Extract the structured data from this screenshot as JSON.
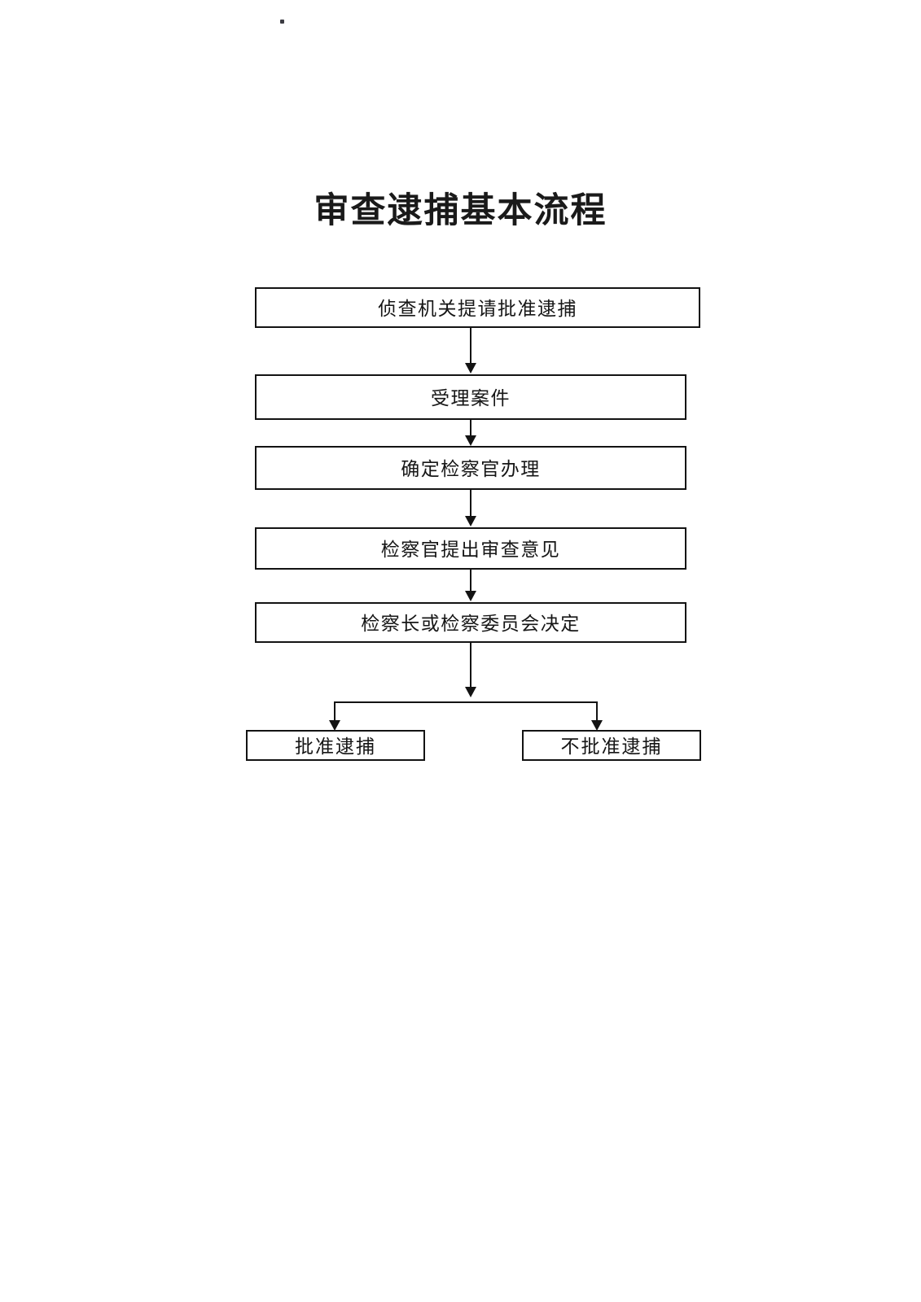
{
  "document": {
    "title": "审查逮捕基本流程",
    "background_color": "#ffffff",
    "line_color": "#131313",
    "text_color": "#161616"
  },
  "chart_data": {
    "type": "diagram",
    "title": "审查逮捕基本流程",
    "orientation": "top-to-bottom",
    "nodes": [
      {
        "id": "n1",
        "label": "侦查机关提请批准逮捕",
        "shape": "rectangle"
      },
      {
        "id": "n2",
        "label": "受理案件",
        "shape": "rectangle"
      },
      {
        "id": "n3",
        "label": "确定检察官办理",
        "shape": "rectangle"
      },
      {
        "id": "n4",
        "label": "检察官提出审查意见",
        "shape": "rectangle"
      },
      {
        "id": "n5",
        "label": "检察长或检察委员会决定",
        "shape": "rectangle"
      },
      {
        "id": "n6",
        "label": "批准逮捕",
        "shape": "rectangle"
      },
      {
        "id": "n7",
        "label": "不批准逮捕",
        "shape": "rectangle"
      }
    ],
    "edges": [
      {
        "from": "n1",
        "to": "n2",
        "style": "arrow"
      },
      {
        "from": "n2",
        "to": "n3",
        "style": "arrow"
      },
      {
        "from": "n3",
        "to": "n4",
        "style": "arrow"
      },
      {
        "from": "n4",
        "to": "n5",
        "style": "arrow"
      },
      {
        "from": "n5",
        "to": "n6",
        "style": "arrow-branch-left"
      },
      {
        "from": "n5",
        "to": "n7",
        "style": "arrow-branch-right"
      }
    ]
  },
  "flow": {
    "steps": [
      {
        "label": "侦查机关提请批准逮捕"
      },
      {
        "label": "受理案件"
      },
      {
        "label": "确定检察官办理"
      },
      {
        "label": "检察官提出审查意见"
      },
      {
        "label": "检察长或检察委员会决定"
      }
    ],
    "outcomes": [
      {
        "label": "批准逮捕"
      },
      {
        "label": "不批准逮捕"
      }
    ]
  }
}
